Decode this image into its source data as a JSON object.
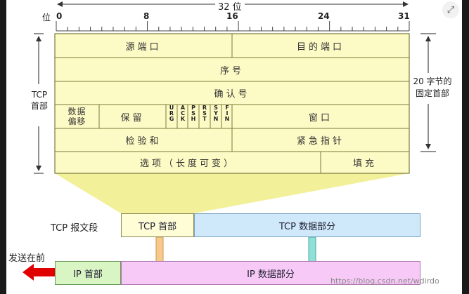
{
  "ruler": {
    "width_label": "32 位",
    "bit_label": "位",
    "ticks": [
      "0",
      "8",
      "16",
      "24",
      "31"
    ]
  },
  "header_fields": {
    "row1": {
      "left": "源端口",
      "right": "目的端口"
    },
    "row2": "序号",
    "row3": "确认号",
    "row4": {
      "data_offset": [
        "数据",
        "偏移"
      ],
      "reserved": "保留",
      "flags": [
        "URG",
        "ACK",
        "PSH",
        "RST",
        "SYN",
        "FIN"
      ],
      "window": "窗口"
    },
    "row5": {
      "left": "检验和",
      "right": "紧急指针"
    },
    "row6": {
      "left": "选项（长度可变）",
      "right": "填充"
    }
  },
  "left_label": {
    "line1": "TCP",
    "line2": "首部"
  },
  "right_label": {
    "line1": "20 字节的",
    "line2": "固定首部"
  },
  "segment": {
    "label": "TCP 报文段",
    "header_box": "TCP 首部",
    "data_box": "TCP 数据部分"
  },
  "ip_packet": {
    "send_label": "发送在前",
    "header_box": "IP 首部",
    "data_box": "IP 数据部分"
  },
  "watermark": "https://blog.csdn.net/wdirdo",
  "colors": {
    "header_fill": "#fdfbc5",
    "header_border": "#7a7a3a",
    "funnel": "#f3f09a",
    "tcp_header_box": "#fffdd6",
    "tcp_data_box": "#cfe9fb",
    "ip_header_box": "#d8f5c3",
    "ip_data_box": "#f7c9f6",
    "arrow_orange": "#f8c98a",
    "arrow_teal": "#8fe0d6",
    "arrow_red": "#e00000"
  }
}
